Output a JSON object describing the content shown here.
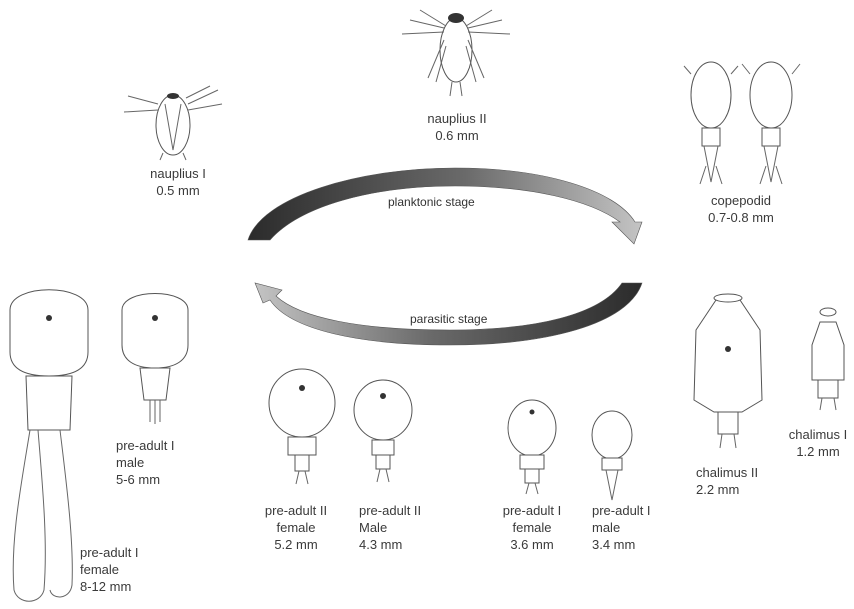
{
  "cycle": {
    "planktonic_label": "planktonic stage",
    "parasitic_label": "parasitic stage"
  },
  "stages": {
    "nauplius1": {
      "name": "nauplius I",
      "size": "0.5 mm"
    },
    "nauplius2": {
      "name": "nauplius II",
      "size": "0.6 mm"
    },
    "copepodid": {
      "name": "copepodid",
      "size": "0.7-0.8 mm"
    },
    "chalimus1": {
      "name": "chalimus I",
      "size": "1.2 mm"
    },
    "chalimus2": {
      "name": "chalimus II",
      "size": "2.2 mm"
    },
    "preadult1_male": {
      "name": "pre-adult I",
      "sex": "male",
      "size": "3.4 mm"
    },
    "preadult1_female": {
      "name": "pre-adult I",
      "sex": "female",
      "size": "3.6 mm"
    },
    "preadult2_male": {
      "name": "pre-adult II",
      "sex": "Male",
      "size": "4.3 mm"
    },
    "preadult2_female": {
      "name": "pre-adult II",
      "sex": "female",
      "size": "5.2 mm"
    },
    "adult_male": {
      "name": "pre-adult I",
      "sex": "male",
      "size": "5-6 mm"
    },
    "adult_female": {
      "name": "pre-adult I",
      "sex": "female",
      "size": "8-12 mm"
    }
  }
}
